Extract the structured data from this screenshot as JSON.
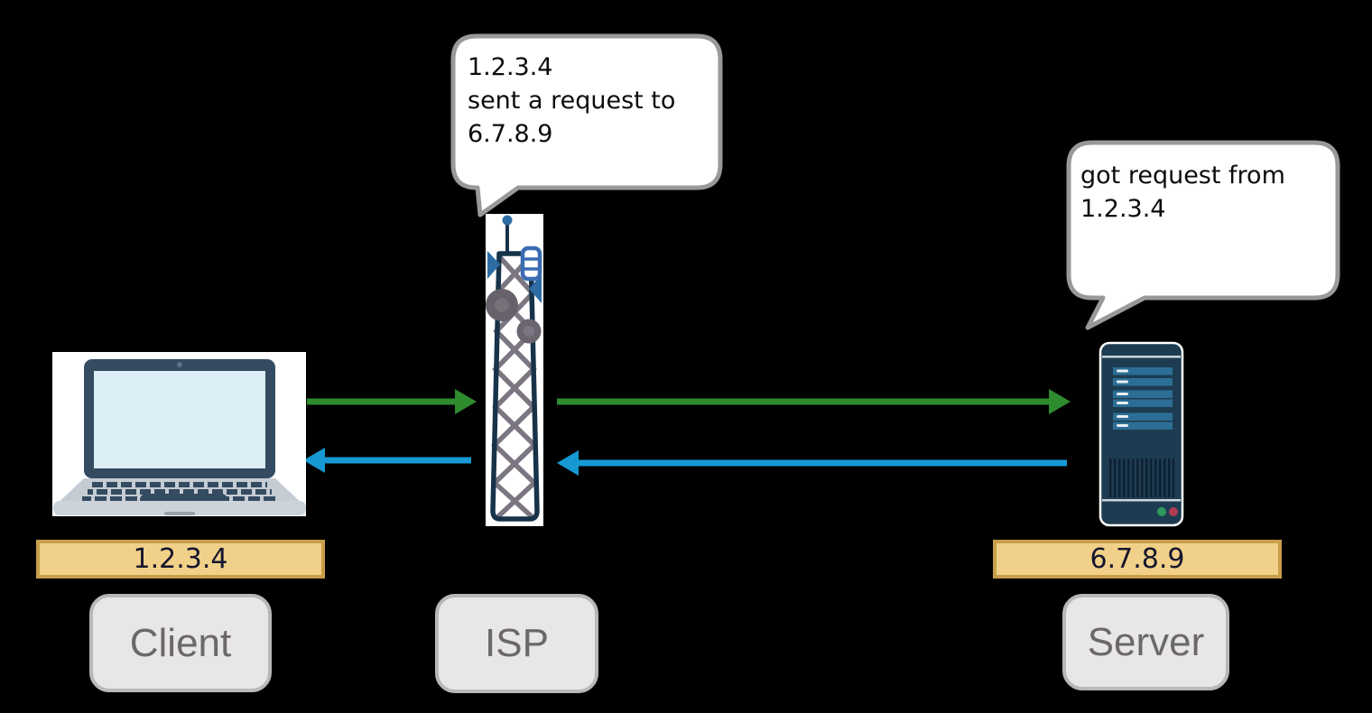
{
  "diagram": {
    "title_hint": "client-isp-server request flow diagram",
    "background_color": "#000000",
    "client": {
      "ip": "1.2.3.4",
      "label": "Client",
      "icon": "laptop-icon"
    },
    "isp": {
      "label": "ISP",
      "icon": "cell-tower-icon",
      "bubble_text": "1.2.3.4\nsent a request to\n6.7.8.9"
    },
    "server": {
      "ip": "6.7.8.9",
      "label": "Server",
      "icon": "server-tower-icon",
      "bubble_text": "got request from\n1.2.3.4"
    },
    "arrows": [
      {
        "name": "request-client-to-isp",
        "direction": "right",
        "color": "#2e8b2e"
      },
      {
        "name": "request-isp-to-server",
        "direction": "right",
        "color": "#2e8b2e"
      },
      {
        "name": "response-isp-to-client",
        "direction": "left",
        "color": "#1699d2"
      },
      {
        "name": "response-server-to-isp",
        "direction": "left",
        "color": "#1699d2"
      }
    ],
    "colors": {
      "request_arrow_green": "#2e8b2e",
      "response_arrow_blue": "#1699d2",
      "ip_box_fill": "#f1d189",
      "ip_box_border": "#c79f4a",
      "ip_box_text": "#15152e",
      "label_fill": "#e9e6e9",
      "label_border": "#bab7ba",
      "label_text": "#6b686b",
      "bubble_fill": "#ffffff",
      "bubble_border": "#999999",
      "device_navy": "#1d3c51",
      "led_green": "#2f9960",
      "led_red": "#b13a55"
    }
  }
}
